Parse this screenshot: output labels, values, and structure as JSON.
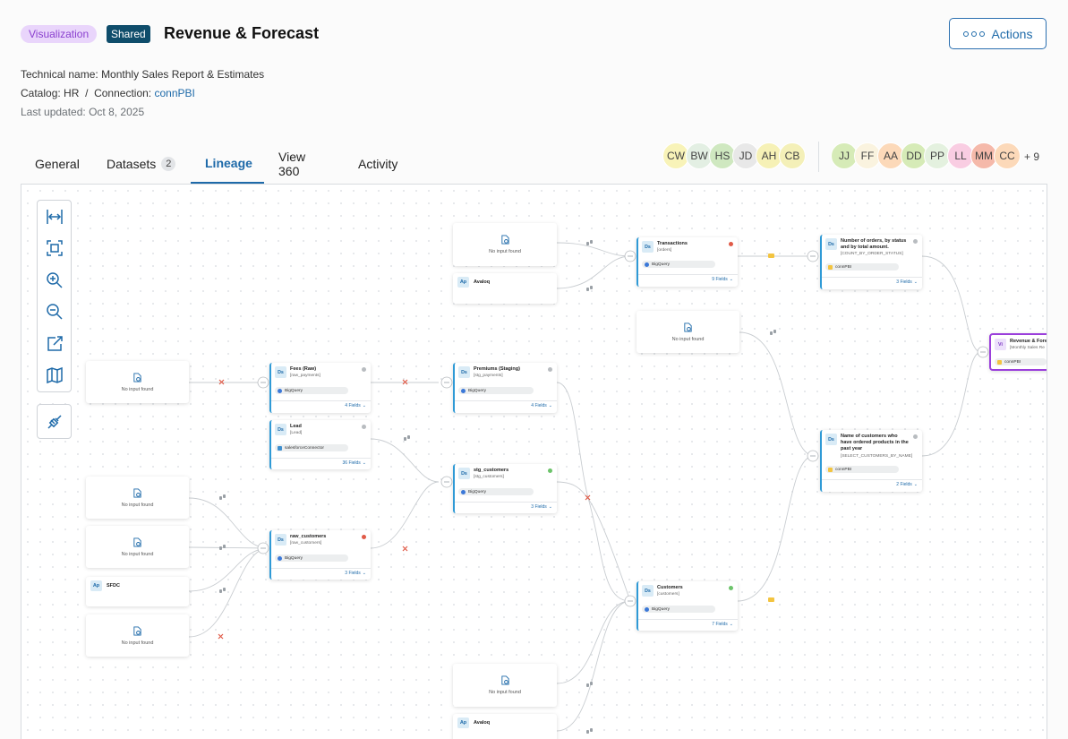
{
  "header": {
    "type_badge": "Visualization",
    "shared_badge": "Shared",
    "title": "Revenue & Forecast",
    "actions_label": "Actions",
    "technical_name_label": "Technical name:",
    "technical_name": "Monthly Sales Report & Estimates",
    "catalog_label": "Catalog:",
    "catalog": "HR",
    "connection_label": "Connection:",
    "connection": "connPBI",
    "updated_label": "Last updated:",
    "updated": "Oct 8, 2025"
  },
  "tabs": [
    {
      "label": "General"
    },
    {
      "label": "Datasets",
      "count": "2"
    },
    {
      "label": "Lineage"
    },
    {
      "label": "View 360"
    },
    {
      "label": "Activity"
    }
  ],
  "avatars": {
    "group_a": [
      {
        "initials": "CW",
        "color": "#f8f3b8"
      },
      {
        "initials": "BW",
        "color": "#e3efe3"
      },
      {
        "initials": "HS",
        "color": "#cfe8c0"
      },
      {
        "initials": "JD",
        "color": "#e8e8e8"
      },
      {
        "initials": "AH",
        "color": "#f6f1b6"
      },
      {
        "initials": "CB",
        "color": "#f4f0b8"
      }
    ],
    "group_b": [
      {
        "initials": "JJ",
        "color": "#d6ebb7"
      },
      {
        "initials": "FF",
        "color": "#faf3df"
      },
      {
        "initials": "AA",
        "color": "#fcd9b9"
      },
      {
        "initials": "DD",
        "color": "#d6ebb7"
      },
      {
        "initials": "PP",
        "color": "#e4f1df"
      },
      {
        "initials": "LL",
        "color": "#f9cde2"
      },
      {
        "initials": "MM",
        "color": "#f5b9aa"
      },
      {
        "initials": "CC",
        "color": "#fcd9b9"
      }
    ],
    "more": "+ 9"
  },
  "lineage": {
    "no_input_label": "No input found",
    "sources": {
      "avaloq_1": "Avaloq",
      "sfdc": "SFDC",
      "avaloq_2": "Avaloq"
    },
    "datasets": {
      "fees": {
        "name": "Fees (Raw)",
        "tech": "[raw_payments]",
        "conn": "BigQuery",
        "fields": "4 Fields"
      },
      "lead": {
        "name": "Lead",
        "tech": "[Lead]",
        "conn": "salesforceConnector",
        "fields": "36 Fields"
      },
      "raw_customers": {
        "name": "raw_customers",
        "tech": "[raw_customers]",
        "conn": "BigQuery",
        "fields": "3 Fields"
      },
      "premiums": {
        "name": "Premiums (Staging)",
        "tech": "[stg_payments]",
        "conn": "BigQuery",
        "fields": "4 Fields"
      },
      "stg_customers": {
        "name": "stg_customers",
        "tech": "[stg_customers]",
        "conn": "BigQuery",
        "fields": "3 Fields"
      },
      "transactions": {
        "name": "Transactions",
        "tech": "[orders]",
        "conn": "BigQuery",
        "fields": "9 Fields"
      },
      "customers": {
        "name": "Customers",
        "tech": "[customers]",
        "conn": "BigQuery",
        "fields": "7 Fields"
      },
      "orders_status": {
        "name_l1": "Number of orders, by status",
        "name_l2": "and by total amount.",
        "tech": "[COUNT_BY_ORDER_STATUS]",
        "conn": "connPBI",
        "fields": "3 Fields"
      },
      "customers_past_year": {
        "name_l1": "Name of customers who",
        "name_l2": "have ordered products in the",
        "name_l3": "past year",
        "tech": "[SELECT_CUSTOMERS_BY_NAME]",
        "conn": "connPBI",
        "fields": "2 Fields"
      },
      "revenue": {
        "name": "Revenue & Fore",
        "tech": "[Monthly Sales Re",
        "conn": "connPBI"
      }
    },
    "icons": {
      "dataset": "Ds",
      "application": "Ap",
      "visualization": "Vi"
    },
    "colors": {
      "accent": "#1e6aa9",
      "error": "#e05a47",
      "ok": "#6cc36a",
      "neutral": "#b8bcc0",
      "viz_border": "#9b3fdb"
    }
  }
}
